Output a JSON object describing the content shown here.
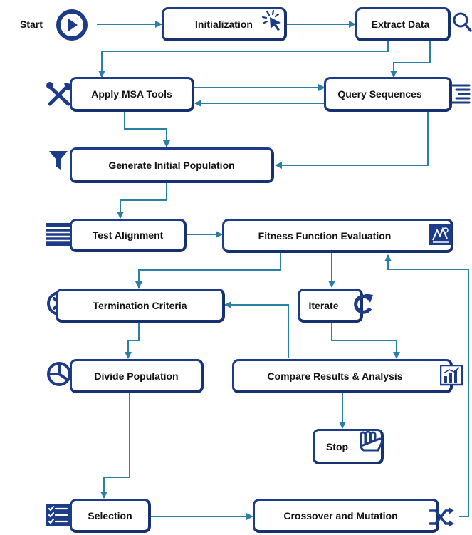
{
  "diagram": {
    "start": "Start",
    "nodes": {
      "initialization": "Initialization",
      "extract_data": "Extract Data",
      "apply_msa_tools": "Apply MSA Tools",
      "query_sequences": "Query Sequences",
      "generate_initial_population": "Generate Initial Population",
      "test_alignment": "Test Alignment",
      "fitness_function_evaluation": "Fitness Function Evaluation",
      "termination_criteria": "Termination Criteria",
      "iterate": "Iterate",
      "divide_population": "Divide Population",
      "compare_results_analysis": "Compare Results & Analysis",
      "stop": "Stop",
      "selection": "Selection",
      "crossover_and_mutation": "Crossover and Mutation"
    },
    "icons": {
      "start": "play-icon",
      "initialization": "cursor-click-icon",
      "extract_data": "search-icon",
      "apply_msa_tools": "tools-icon",
      "query_sequences": "list-lines-icon",
      "generate_initial_population": "filter-funnel-icon",
      "test_alignment": "document-lines-icon",
      "fitness_function_evaluation": "formula-icon",
      "termination_criteria": "close-circle-icon",
      "iterate": "refresh-icon",
      "divide_population": "pie-chart-icon",
      "compare_results_analysis": "bar-chart-icon",
      "stop": "hand-stop-icon",
      "selection": "checklist-icon",
      "crossover_and_mutation": "shuffle-icon"
    },
    "colors": {
      "box_border": "#1d3c87",
      "arrow": "#2a7fa4",
      "icon": "#1d3c87"
    }
  }
}
